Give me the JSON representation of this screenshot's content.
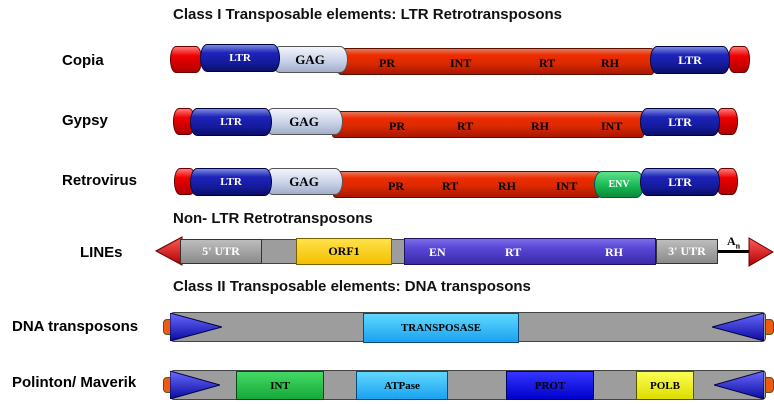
{
  "headings": {
    "class1": "Class I Transposable elements: LTR Retrotransposons",
    "nonltr": "Non- LTR Retrotransposons",
    "class2": "Class II Transposable elements: DNA transposons"
  },
  "rows": {
    "copia": {
      "label": "Copia",
      "ltr_left": "LTR",
      "gag": "GAG",
      "pr": "PR",
      "int": "INT",
      "rt": "RT",
      "rh": "RH",
      "ltr_right": "LTR"
    },
    "gypsy": {
      "label": "Gypsy",
      "ltr_left": "LTR",
      "gag": "GAG",
      "pr": "PR",
      "rt": "RT",
      "rh": "RH",
      "int": "INT",
      "ltr_right": "LTR"
    },
    "retrovirus": {
      "label": "Retrovirus",
      "ltr_left": "LTR",
      "gag": "GAG",
      "pr": "PR",
      "rt": "RT",
      "rh": "RH",
      "int": "INT",
      "env": "ENV",
      "ltr_right": "LTR"
    },
    "lines": {
      "label": "LINEs",
      "utr5": "5' UTR",
      "orf1": "ORF1",
      "en": "EN",
      "rt": "RT",
      "rh": "RH",
      "utr3": "3' UTR",
      "polya": "A",
      "polya_sub": "n"
    },
    "dna": {
      "label": "DNA transposons",
      "transposase": "TRANSPOSASE"
    },
    "polinton": {
      "label": "Polinton/ Maverik",
      "int": "INT",
      "atpase": "ATPase",
      "prot": "PROT",
      "polb": "POLB"
    }
  },
  "colors": {
    "ltr_blue": "#1e24b8",
    "gag_silver": "#c9d2e8",
    "pol_red": "#ee2b00",
    "cap_red": "#ee0000",
    "env_green": "#18b854",
    "orf1_yellow": "#f2c000",
    "orf2_purple": "#5a48d6",
    "transposase_cyan": "#1aa2f0",
    "tir_blue": "#1a1acc"
  }
}
